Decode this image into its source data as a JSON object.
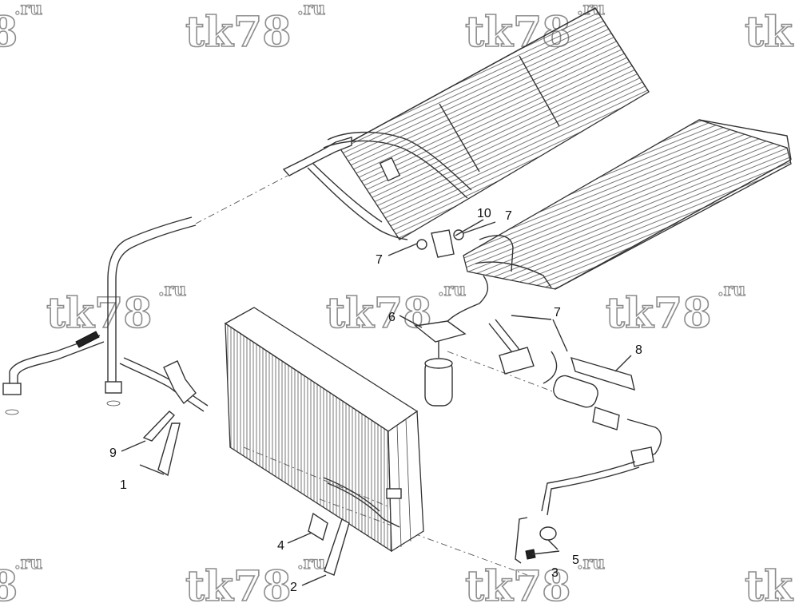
{
  "watermark": {
    "main": "tk78",
    "suffix": ".ru",
    "partial_left": "8",
    "partial_right": "tk"
  },
  "callouts": {
    "c1": "1",
    "c2": "2",
    "c3": "3",
    "c4": "4",
    "c5": "5",
    "c6": "6",
    "c7a": "7",
    "c7b": "7",
    "c7c": "7",
    "c8": "8",
    "c9": "9",
    "c10": "10"
  }
}
